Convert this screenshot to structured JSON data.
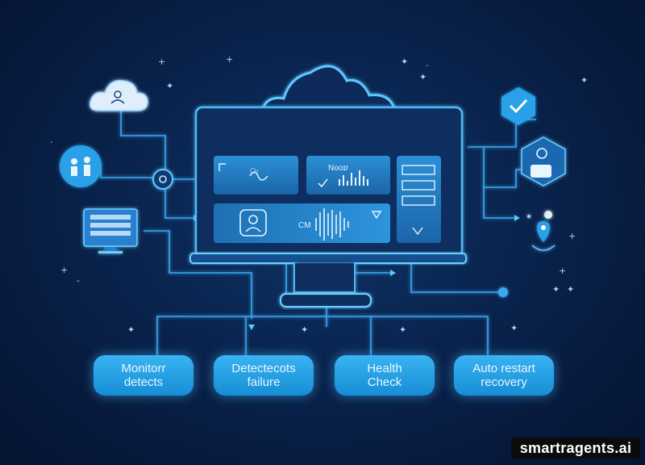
{
  "screen": {
    "panel_top_center_text": "Nooɪr",
    "panel_wide_text": "CM"
  },
  "steps": [
    {
      "line1": "Monitorr",
      "line2": "detects"
    },
    {
      "line1": "Detectecots",
      "line2": "failure"
    },
    {
      "line1": "Health",
      "line2": "Check"
    },
    {
      "line1": "Auto restart",
      "line2": "recovery"
    }
  ],
  "watermark": "smartragents.ai",
  "icons": {
    "cloud": "cloud-icon",
    "monitor": "monitor-icon",
    "small_cloud": "small-cloud-icon",
    "team": "team-icon",
    "server": "server-icon",
    "shield_check": "shield-check-icon",
    "shield_user": "shield-user-icon",
    "location": "location-pin-icon",
    "gear": "gear-icon",
    "user": "user-avatar-icon",
    "waveform": "waveform-icon",
    "bar_chart": "bar-chart-icon"
  },
  "colors": {
    "line": "#3aa8f0",
    "glow": "#5cc8ff",
    "panel": "#1d74b8",
    "step_box": "#2aa3e8"
  }
}
